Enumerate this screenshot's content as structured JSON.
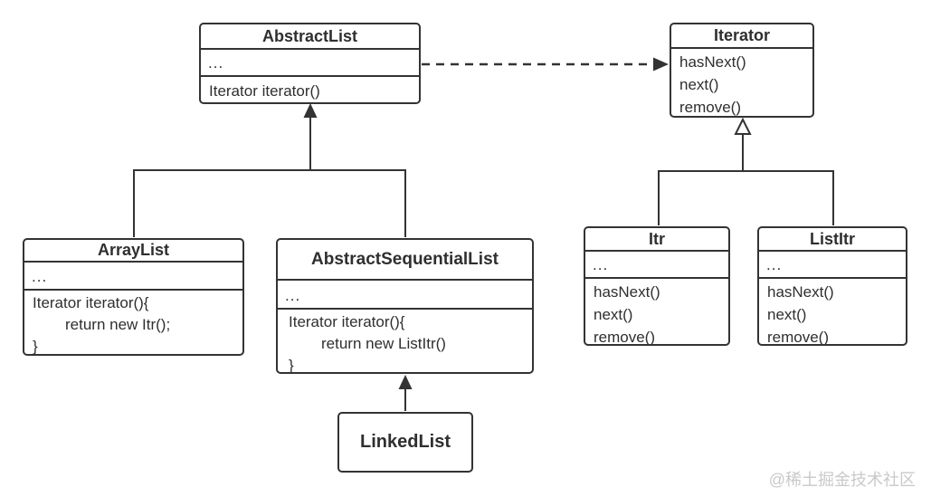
{
  "diagram": {
    "classes": {
      "abstract_list": {
        "title": "AbstractList",
        "ellipsis": "...",
        "methods": [
          "Iterator iterator()"
        ]
      },
      "iterator": {
        "title": "Iterator",
        "methods": [
          "hasNext()",
          "next()",
          "remove()"
        ]
      },
      "array_list": {
        "title": "ArrayList",
        "ellipsis": "...",
        "code": [
          "Iterator iterator(){",
          "return new Itr();",
          "}"
        ]
      },
      "abstract_sequential_list": {
        "title": "AbstractSequentialList",
        "ellipsis": "...",
        "code": [
          "Iterator iterator(){",
          "return new ListItr()",
          "}"
        ]
      },
      "itr": {
        "title": "Itr",
        "ellipsis": "...",
        "methods": [
          "hasNext()",
          "next()",
          "remove()"
        ]
      },
      "list_itr": {
        "title": "ListItr",
        "ellipsis": "...",
        "methods": [
          "hasNext()",
          "next()",
          "remove()"
        ]
      },
      "linked_list": {
        "title": "LinkedList"
      }
    },
    "colors": {
      "line": "#333333",
      "text": "#2f2f2f",
      "watermark": "#c9c9c9",
      "background": "#ffffff"
    },
    "watermark": "@稀土掘金技术社区"
  }
}
